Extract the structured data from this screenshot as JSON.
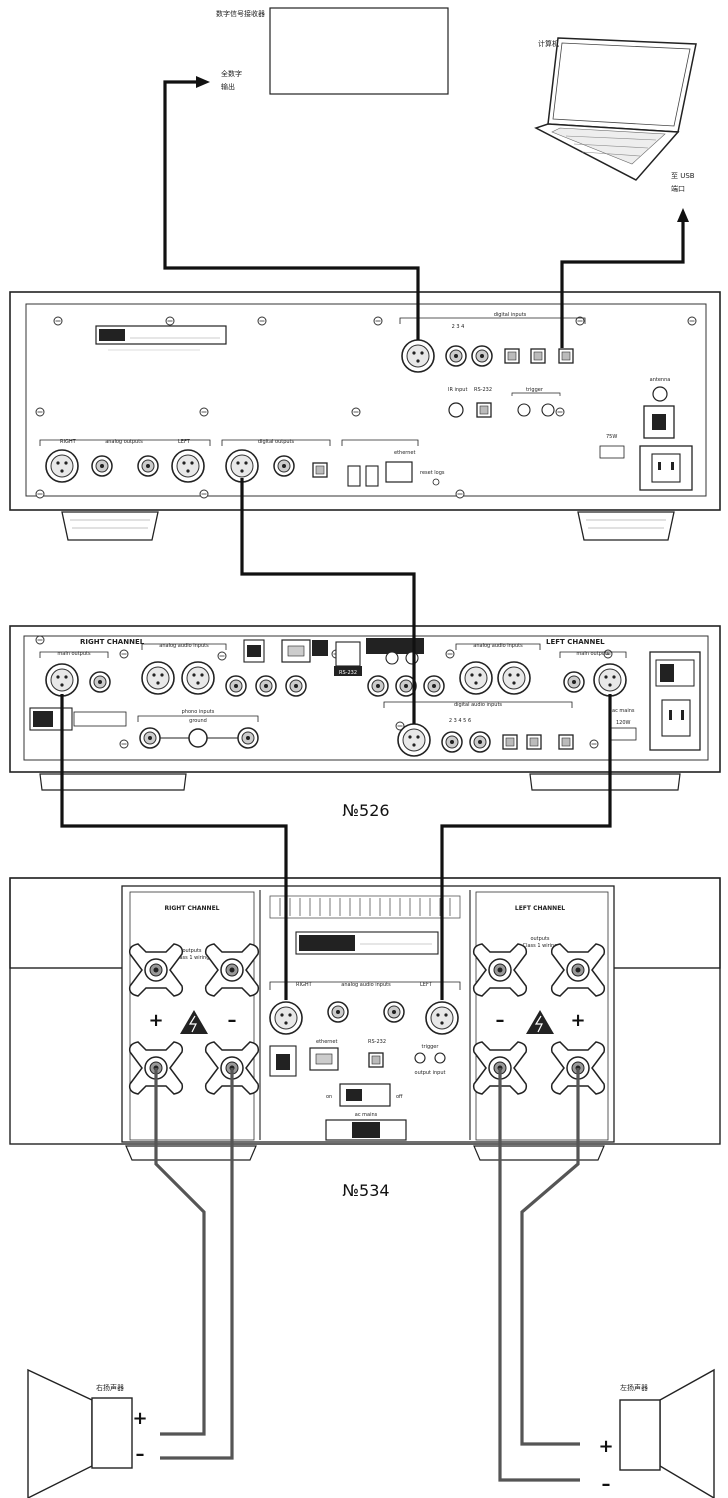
{
  "labels": {
    "dac": "数字信号接收器",
    "digital_out_l1": "全数字",
    "digital_out_l2": "输出",
    "computer": "计算机",
    "usb_l1": "至 USB",
    "usb_l2": "端口",
    "right_speaker": "右扬声器",
    "left_speaker": "左扬声器",
    "model_526": "№526",
    "model_534": "№534",
    "plus": "+",
    "minus": "–"
  },
  "source_panel": {
    "digital_inputs": "digital inputs",
    "inputs_num": "2 3 4",
    "ir_input": "IR input",
    "rs232": "RS-232",
    "trigger": "trigger",
    "antenna": "antenna",
    "analog_outputs": "analog outputs",
    "right": "RIGHT",
    "left": "LEFT",
    "digital_outputs": "digital outputs",
    "ethernet": "ethernet",
    "reset": "reset logs",
    "power": "75W"
  },
  "preamp_panel": {
    "right_channel": "RIGHT CHANNEL",
    "left_channel": "LEFT CHANNEL",
    "analog_audio_inputs": "analog audio inputs",
    "main_outputs": "main outputs",
    "phono_inputs": "phono inputs",
    "ground": "ground",
    "rs232": "RS-232",
    "digital_audio_inputs": "digital audio inputs",
    "digital_nums": "2 3 4 5 6",
    "ac_mains": "ac mains",
    "power": "120W"
  },
  "amp_panel": {
    "right_channel": "RIGHT CHANNEL",
    "left_channel": "LEFT CHANNEL",
    "outputs": "outputs",
    "outputs_sub": "Class 1 wiring",
    "analog_audio_inputs": "analog audio inputs",
    "right": "RIGHT",
    "left": "LEFT",
    "ethernet": "ethernet",
    "rs232": "RS-232",
    "trigger": "trigger",
    "trigger_sub": "output input",
    "on": "on",
    "off": "off",
    "ac_mains": "ac mains"
  }
}
